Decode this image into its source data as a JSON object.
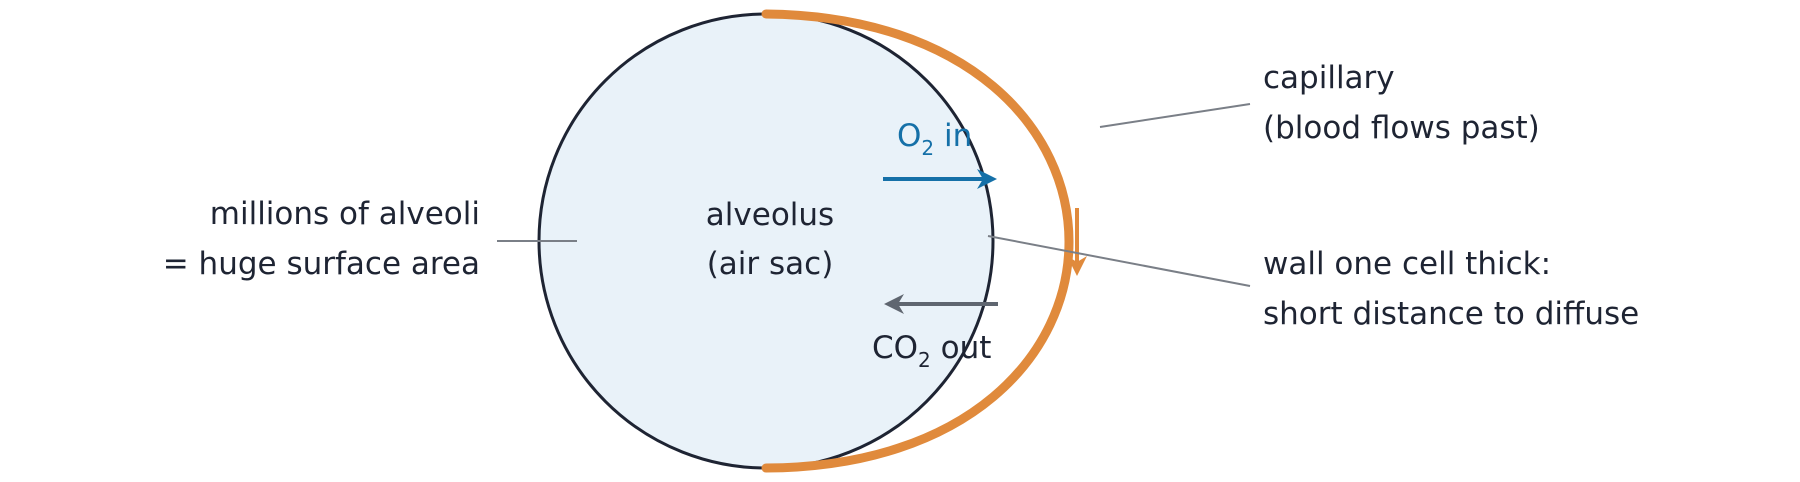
{
  "labels": {
    "alveolus_line1": "alveolus",
    "alveolus_line2": "(air sac)",
    "o2_prefix": "O",
    "o2_sub": "2",
    "o2_suffix": " in",
    "co2_prefix": "CO",
    "co2_sub": "2",
    "co2_suffix": " out",
    "left_line1": "millions of alveoli",
    "left_line2": "= huge surface area",
    "capillary_line1": "capillary",
    "capillary_line2": "(blood flows past)",
    "wall_line1": "wall one cell thick:",
    "wall_line2": "short distance to diffuse"
  },
  "colors": {
    "alveolus_fill": "#e9f2f9",
    "alveolus_stroke": "#1e2433",
    "capillary": "#e08a3c",
    "o2_arrow": "#1570a8",
    "co2_arrow": "#5f6670",
    "leader_line": "#7a7f87"
  }
}
